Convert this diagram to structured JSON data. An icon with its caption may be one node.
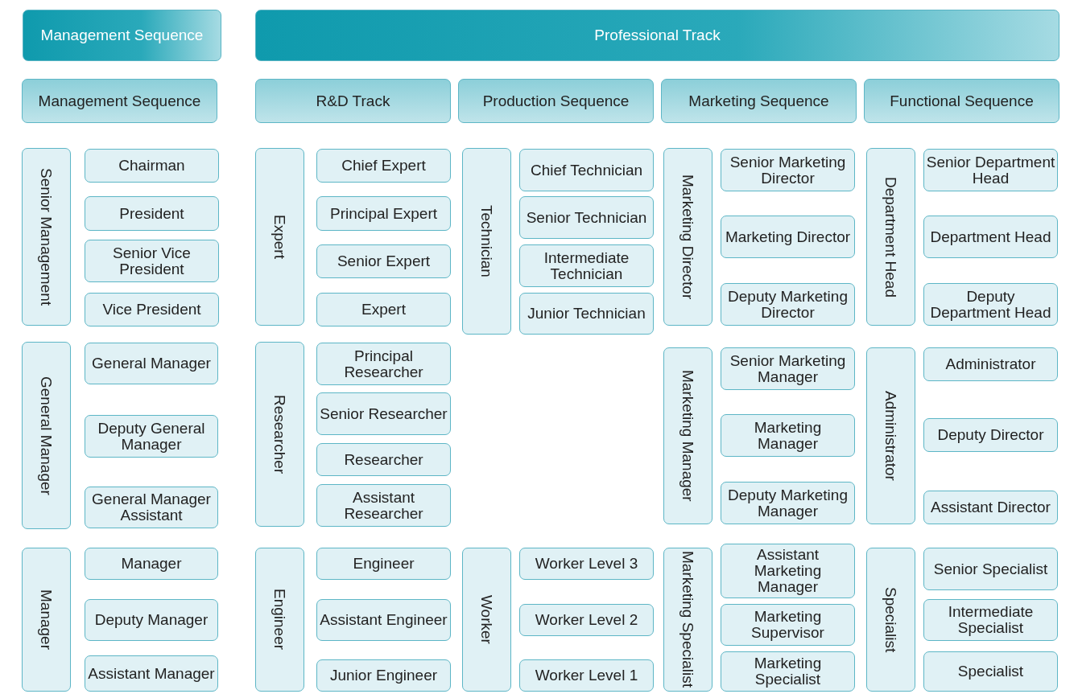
{
  "diagram": {
    "nodes": [
      {
        "text": [
          "Management Sequence"
        ]
      },
      {
        "text": [
          "Professional Track"
        ]
      },
      {
        "text": [
          "Management Sequence"
        ]
      },
      {
        "text": [
          "R&D Track"
        ]
      },
      {
        "text": [
          "Production Sequence"
        ]
      },
      {
        "text": [
          "Marketing Sequence"
        ]
      },
      {
        "text": [
          "Functional Sequence"
        ]
      },
      {
        "text": [
          "Senior Management"
        ]
      },
      {
        "text": [
          "Chairman"
        ]
      },
      {
        "text": [
          "President"
        ]
      },
      {
        "text": [
          "Senior Vice President"
        ]
      },
      {
        "text": [
          "Vice President"
        ]
      },
      {
        "text": [
          "Expert"
        ]
      },
      {
        "text": [
          "Chief Expert"
        ]
      },
      {
        "text": [
          "Principal Expert"
        ]
      },
      {
        "text": [
          "Senior Expert"
        ]
      },
      {
        "text": [
          "Expert"
        ]
      },
      {
        "text": [
          "Technician"
        ]
      },
      {
        "text": [
          "Chief Technician"
        ]
      },
      {
        "text": [
          "Senior Technician"
        ]
      },
      {
        "text": [
          "Intermediate Technician"
        ]
      },
      {
        "text": [
          "Junior Technician"
        ]
      },
      {
        "text": [
          "Marketing Director"
        ]
      },
      {
        "text": [
          "Senior Marketing Director"
        ]
      },
      {
        "text": [
          "Marketing Director"
        ]
      },
      {
        "text": [
          "Deputy Marketing Director"
        ]
      },
      {
        "text": [
          "Department Head"
        ]
      },
      {
        "text": [
          "Senior Department Head"
        ]
      },
      {
        "text": [
          "Department Head"
        ]
      },
      {
        "text": [
          "Deputy Department Head"
        ]
      },
      {
        "text": [
          "General Manager"
        ]
      },
      {
        "text": [
          "General Manager"
        ]
      },
      {
        "text": [
          "Deputy General Manager"
        ]
      },
      {
        "text": [
          "General Manager Assistant"
        ]
      },
      {
        "text": [
          "Researcher"
        ]
      },
      {
        "text": [
          "Principal Researcher"
        ]
      },
      {
        "text": [
          "Senior Researcher"
        ]
      },
      {
        "text": [
          "Researcher"
        ]
      },
      {
        "text": [
          "Assistant Researcher"
        ]
      },
      {
        "text": [
          "Marketing Manager"
        ]
      },
      {
        "text": [
          "Senior Marketing Manager"
        ]
      },
      {
        "text": [
          "Marketing Manager"
        ]
      },
      {
        "text": [
          "Deputy Marketing Manager"
        ]
      },
      {
        "text": [
          "Administrator"
        ]
      },
      {
        "text": [
          "Administrator"
        ]
      },
      {
        "text": [
          "Deputy Director"
        ]
      },
      {
        "text": [
          "Assistant Director"
        ]
      },
      {
        "text": [
          "Manager"
        ]
      },
      {
        "text": [
          "Manager"
        ]
      },
      {
        "text": [
          "Deputy Manager"
        ]
      },
      {
        "text": [
          "Assistant Manager"
        ]
      },
      {
        "text": [
          "Engineer"
        ]
      },
      {
        "text": [
          "Engineer"
        ]
      },
      {
        "text": [
          "Assistant Engineer"
        ]
      },
      {
        "text": [
          "Junior Engineer"
        ]
      },
      {
        "text": [
          "Worker"
        ]
      },
      {
        "text": [
          "Worker Level 3"
        ]
      },
      {
        "text": [
          "Worker Level 2"
        ]
      },
      {
        "text": [
          "Worker Level 1"
        ]
      },
      {
        "text": [
          "Marketing Specialist"
        ]
      },
      {
        "text": [
          "Assistant Marketing Manager"
        ]
      },
      {
        "text": [
          "Marketing Supervisor"
        ]
      },
      {
        "text": [
          "Marketing Specialist"
        ]
      },
      {
        "text": [
          "Specialist"
        ]
      },
      {
        "text": [
          "Senior Specialist"
        ]
      },
      {
        "text": [
          "Intermediate Specialist"
        ]
      },
      {
        "text": [
          "Specialist"
        ]
      }
    ]
  }
}
